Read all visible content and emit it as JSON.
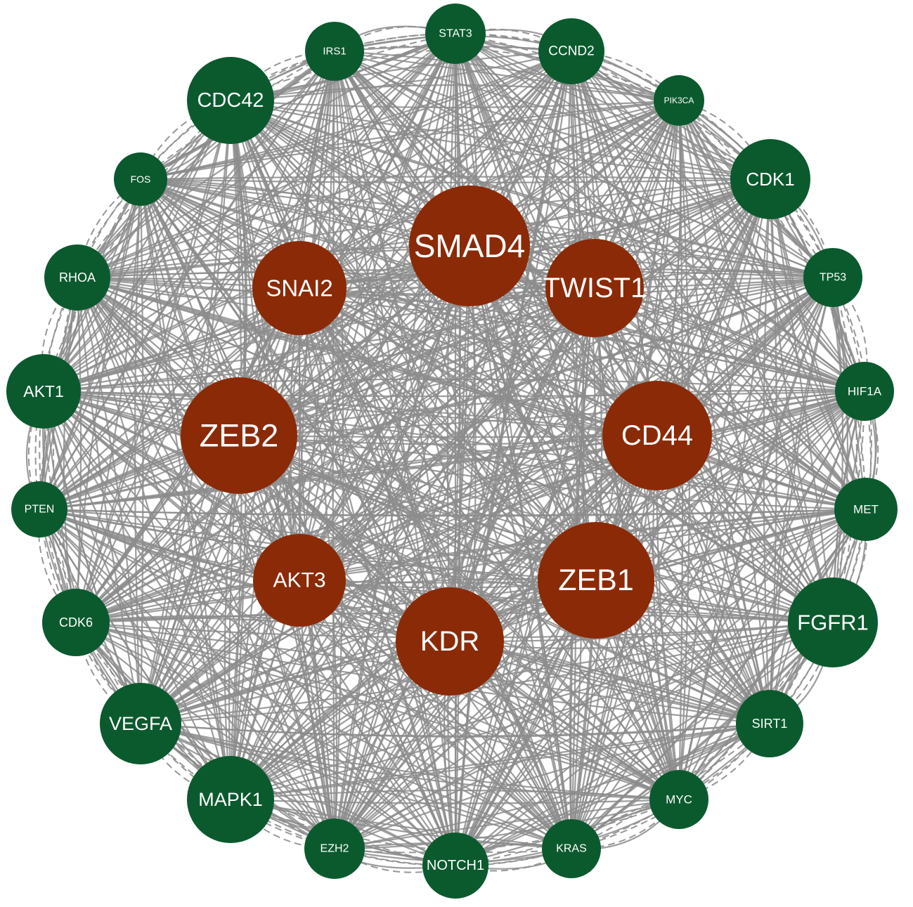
{
  "colors": {
    "hub": "#8b2a07",
    "outer": "#0b5a2e",
    "edge": "#8c8c8c",
    "label": "#ffffff"
  },
  "nodes": [
    {
      "id": "SMAD4",
      "group": "hub"
    },
    {
      "id": "TWIST1",
      "group": "hub"
    },
    {
      "id": "SNAI2",
      "group": "hub"
    },
    {
      "id": "ZEB2",
      "group": "hub"
    },
    {
      "id": "CD44",
      "group": "hub"
    },
    {
      "id": "AKT3",
      "group": "hub"
    },
    {
      "id": "ZEB1",
      "group": "hub"
    },
    {
      "id": "KDR",
      "group": "hub"
    },
    {
      "id": "STAT3",
      "group": "outer"
    },
    {
      "id": "IRS1",
      "group": "outer"
    },
    {
      "id": "CCND2",
      "group": "outer"
    },
    {
      "id": "CDC42",
      "group": "outer"
    },
    {
      "id": "PIK3CA",
      "group": "outer"
    },
    {
      "id": "FOS",
      "group": "outer"
    },
    {
      "id": "CDK1",
      "group": "outer"
    },
    {
      "id": "RHOA",
      "group": "outer"
    },
    {
      "id": "TP53",
      "group": "outer"
    },
    {
      "id": "AKT1",
      "group": "outer"
    },
    {
      "id": "HIF1A",
      "group": "outer"
    },
    {
      "id": "PTEN",
      "group": "outer"
    },
    {
      "id": "MET",
      "group": "outer"
    },
    {
      "id": "CDK6",
      "group": "outer"
    },
    {
      "id": "FGFR1",
      "group": "outer"
    },
    {
      "id": "VEGFA",
      "group": "outer"
    },
    {
      "id": "SIRT1",
      "group": "outer"
    },
    {
      "id": "MAPK1",
      "group": "outer"
    },
    {
      "id": "MYC",
      "group": "outer"
    },
    {
      "id": "EZH2",
      "group": "outer"
    },
    {
      "id": "KRAS",
      "group": "outer"
    },
    {
      "id": "NOTCH1",
      "group": "outer"
    }
  ]
}
